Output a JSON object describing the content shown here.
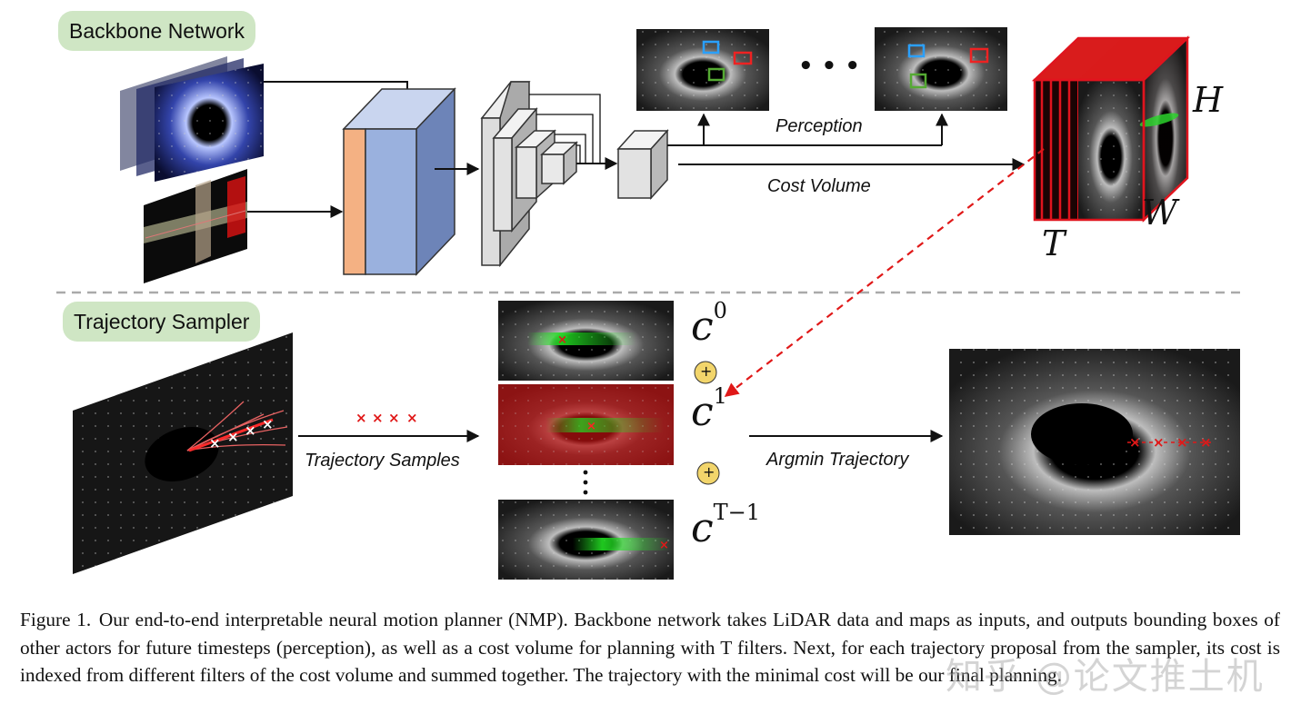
{
  "sections": {
    "backbone": "Backbone Network",
    "sampler": "Trajectory Sampler"
  },
  "labels": {
    "perception": "Perception",
    "cost_volume": "Cost Volume",
    "trajectory_samples": "Trajectory Samples",
    "argmin_trajectory": "Argmin Trajectory",
    "ellipsis_top": "• • •",
    "plus": "+"
  },
  "axes": {
    "H": "H",
    "W": "W",
    "T": "T"
  },
  "cost_terms": [
    {
      "base": "c",
      "sup": "0"
    },
    {
      "base": "c",
      "sup": "1"
    },
    {
      "base": "c",
      "sup": "T−1"
    }
  ],
  "caption": {
    "figure_label": "Figure 1.",
    "text": "Our end-to-end interpretable neural motion planner (NMP). Backbone network takes LiDAR data and maps as inputs, and outputs bounding boxes of other actors for future timesteps (perception), as well as a cost volume for planning with T filters. Next, for each trajectory proposal from the sampler, its cost is indexed from different filters of the cost volume and summed together. The trajectory with the minimal cost will be our final planning."
  },
  "watermark": "知乎 @论文推土机",
  "colors": {
    "tag_bg": "#cfe6c4",
    "orange_layer": "#f4b183",
    "blue_layer": "#9ab1de",
    "cost_red": "#e0141e",
    "arrow": "#111111",
    "dashed_red": "#e01818",
    "plus_fill": "#f2d56b"
  }
}
